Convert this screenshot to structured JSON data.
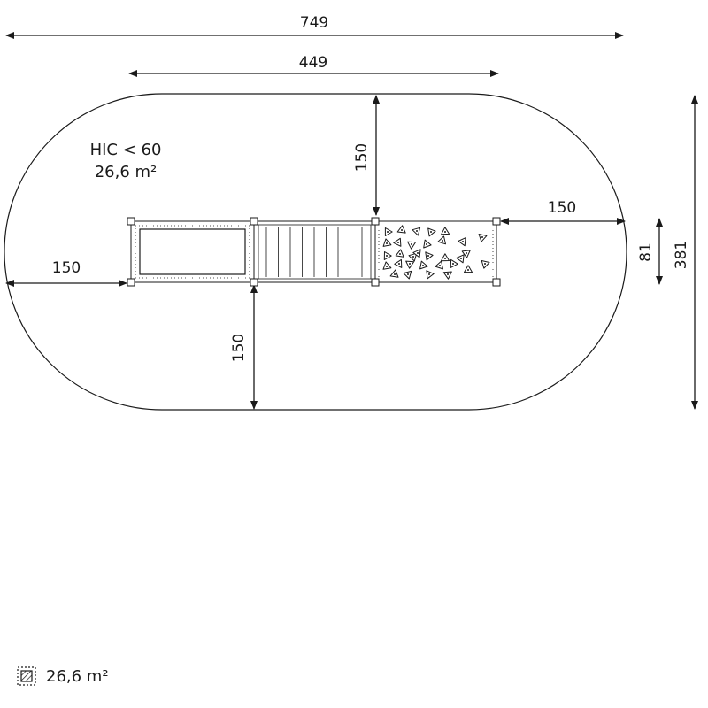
{
  "dimensions": {
    "total_width": "749",
    "equipment_width": "449",
    "top_clearance": "150",
    "right_clearance": "150",
    "left_clearance": "150",
    "bottom_clearance": "150",
    "equipment_depth": "81",
    "total_depth": "381"
  },
  "safety_zone": {
    "hic": "HIC < 60",
    "area": "26,6 m²"
  },
  "legend": {
    "area": "26,6 m²",
    "icon": "hatched-square-icon"
  },
  "colors": {
    "line": "#1a1a1a"
  }
}
